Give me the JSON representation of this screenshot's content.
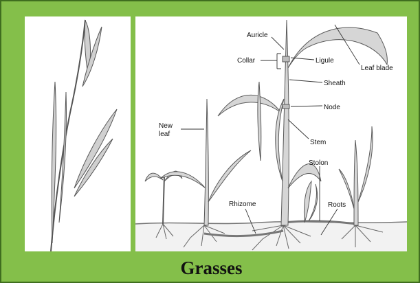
{
  "caption": "Grasses",
  "labels": {
    "auricle": "Auricle",
    "collar": "Collar",
    "ligule": "Ligule",
    "leaf_blade": "Leaf blade",
    "sheath": "Sheath",
    "node": "Node",
    "new_leaf_line1": "New",
    "new_leaf_line2": "leaf",
    "stem": "Stem",
    "stolon": "Stolon",
    "rhizome": "Rhizome",
    "roots": "Roots"
  },
  "colors": {
    "frame_green": "#84bf4a",
    "frame_border": "#3f6e1f",
    "panel_bg": "#ffffff",
    "plant_ink": "#5a5a5a",
    "plant_fill": "#d6d6d6",
    "label_text": "#111111"
  }
}
